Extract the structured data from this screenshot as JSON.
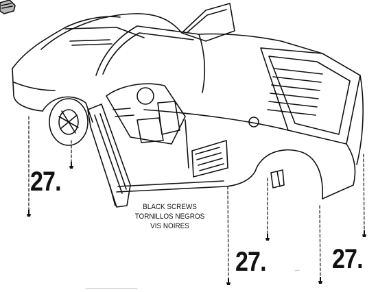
{
  "callouts": {
    "step_left": "27.",
    "step_middle": "27.",
    "step_right": "27."
  },
  "note": {
    "line1": "BLACK SCREWS",
    "line2": "TORNILLOS NEGROS",
    "line3": "VIS NOIRES"
  },
  "colors": {
    "ink": "#111111",
    "paper": "#ffffff"
  }
}
